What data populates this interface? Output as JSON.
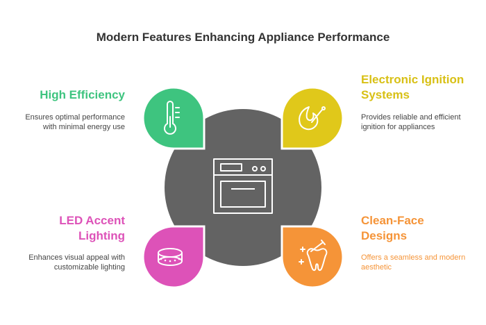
{
  "title": "Modern Features Enhancing Appliance Performance",
  "colors": {
    "center": "#636363",
    "green": "#3ec47f",
    "yellow": "#e0c81a",
    "pink": "#dd52b8",
    "orange": "#f59438"
  },
  "features": {
    "top_left": {
      "heading": "High Efficiency",
      "description_line1": "Ensures optimal performance",
      "description_line2": "with minimal energy use",
      "icon": "thermometer-icon"
    },
    "top_right": {
      "heading_line1": "Electronic Ignition",
      "heading_line2": "Systems",
      "description_line1": "Provides reliable and efficient",
      "description_line2": "ignition for appliances",
      "icon": "flame-icon"
    },
    "bottom_left": {
      "heading_line1": "LED Accent",
      "heading_line2": "Lighting",
      "description_line1": "Enhances visual appeal with",
      "description_line2": "customizable lighting",
      "icon": "led-ring-icon"
    },
    "bottom_right": {
      "heading_line1": "Clean-Face",
      "heading_line2": "Designs",
      "description_line1": "Offers a seamless and modern",
      "description_line2": "aesthetic",
      "icon": "clean-tooth-icon"
    }
  },
  "center_icon": "oven-icon"
}
